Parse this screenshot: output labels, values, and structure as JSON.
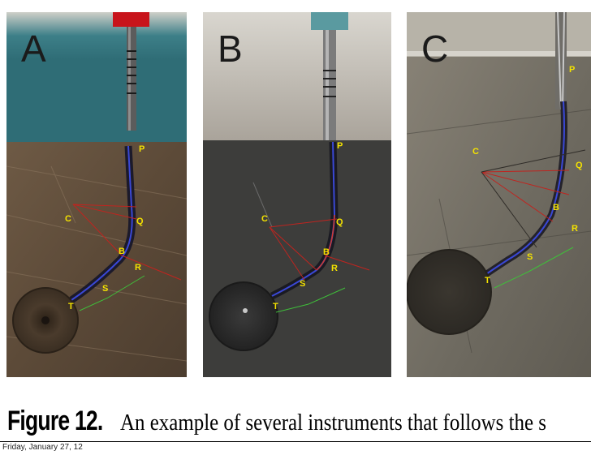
{
  "panels": [
    {
      "letter": "A",
      "points": {
        "p": "P",
        "q": "Q",
        "c": "C",
        "b": "B",
        "r": "R",
        "s": "S",
        "t": "T"
      }
    },
    {
      "letter": "B",
      "points": {
        "p": "P",
        "q": "Q",
        "c": "C",
        "b": "B",
        "r": "R",
        "s": "S",
        "t": "T"
      }
    },
    {
      "letter": "C",
      "points": {
        "p": "P",
        "q": "Q",
        "c": "C",
        "b": "B",
        "r": "R",
        "s": "S",
        "t": "T"
      }
    }
  ],
  "caption": {
    "label": "Figure 12.",
    "text": "An example of several instruments that follows the s"
  },
  "footer": {
    "date": "Friday, January 27, 12"
  },
  "colors": {
    "annotation_yellow": "#f4e200",
    "angle_red": "#c0241f",
    "length_green": "#3fbf3a",
    "path_blue": "#3a48d6"
  }
}
